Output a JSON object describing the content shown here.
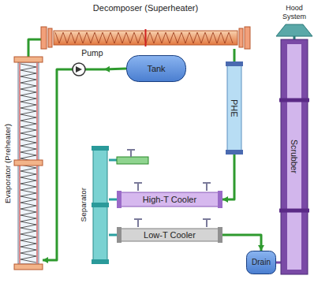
{
  "diagram": {
    "nodes": [
      {
        "text": [
          "Decomposer (Superheater)"
        ]
      },
      {
        "text": [
          "Hood System"
        ]
      },
      {
        "text": [
          "Evaporator (Preheater)"
        ]
      },
      {
        "text": [
          "Pump"
        ]
      },
      {
        "text": [
          "Tank"
        ]
      },
      {
        "text": [
          "PHE"
        ]
      },
      {
        "text": [
          "Scrubber"
        ]
      },
      {
        "text": [
          "Separator"
        ]
      },
      {
        "text": [
          "High-T Cooler"
        ]
      },
      {
        "text": [
          "Low-T Cooler"
        ]
      },
      {
        "text": [
          "Drain"
        ]
      }
    ],
    "edges": [
      {
        "from": 4,
        "to": 3,
        "arrow": "to"
      },
      {
        "from": 3,
        "to": 2,
        "arrow": "to"
      },
      {
        "from": 2,
        "to": 0,
        "arrow": "none"
      },
      {
        "from": 0,
        "to": 5,
        "arrow": "none"
      },
      {
        "from": 5,
        "to": 8,
        "arrow": "to"
      },
      {
        "from": 9,
        "to": 10,
        "arrow": "to"
      },
      {
        "from": 6,
        "to": 1,
        "arrow": "none"
      },
      {
        "from": 10,
        "to": 6,
        "arrow": "none"
      },
      {
        "from": 7,
        "to": 8,
        "arrow": "none"
      },
      {
        "from": 7,
        "to": 9,
        "arrow": "none"
      }
    ]
  }
}
